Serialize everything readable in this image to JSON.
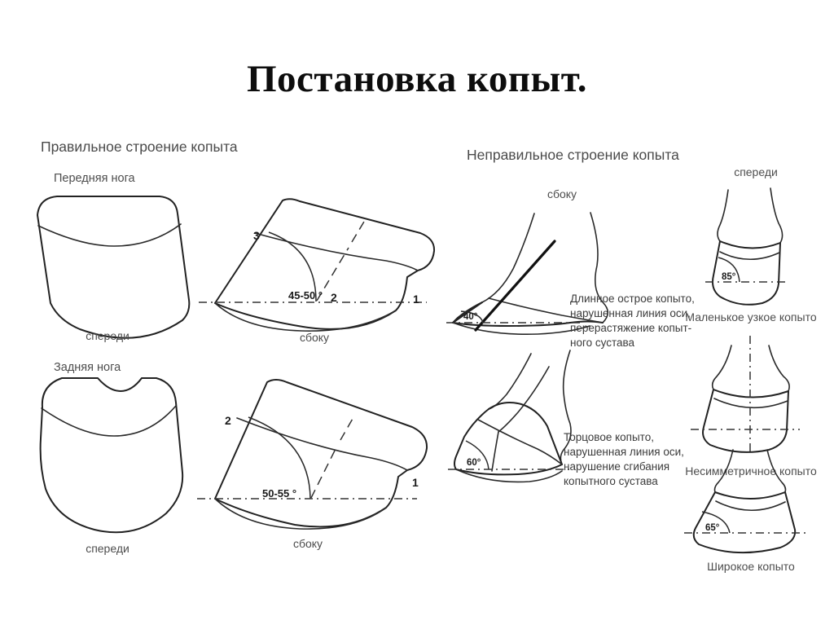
{
  "title": "Постановка копыт.",
  "sections": {
    "correct": {
      "heading": "Правильное строение копыта",
      "front_leg": {
        "label": "Передняя нога",
        "front_view_caption": "спереди",
        "side_view_caption": "сбоку",
        "angle_label": "45-50 °",
        "markers": [
          "1",
          "2",
          "3"
        ]
      },
      "hind_leg": {
        "label": "Задняя нога",
        "front_view_caption": "спереди",
        "side_view_caption": "сбоку",
        "angle_label": "50-55 °",
        "markers": [
          "1",
          "2"
        ]
      }
    },
    "incorrect": {
      "heading": "Неправильное строение копыта",
      "side_column_caption": "сбоку",
      "front_column_caption": "спереди",
      "side_cases": [
        {
          "angle_label": "40°",
          "description_lines": [
            "Длинное острое копыто,",
            "нарушенная линия оси,",
            "перерастяжение копыт-",
            "ного сустава"
          ]
        },
        {
          "angle_label": "60°",
          "description_lines": [
            "Торцовое копыто,",
            "нарушенная линия оси,",
            "нарушение сгибания",
            "копытного сустава"
          ]
        }
      ],
      "front_cases": [
        {
          "angle_label": "85°",
          "caption": "Маленькое узкое копыто"
        },
        {
          "angle_label": "",
          "caption": "Несимметричное копыто"
        },
        {
          "angle_label": "65°",
          "caption": "Широкое копыто"
        }
      ]
    }
  },
  "colors": {
    "background": "#ffffff",
    "ink": "#222222",
    "title_ink": "#0d0d0d",
    "text_gray": "#4d4d4d"
  }
}
